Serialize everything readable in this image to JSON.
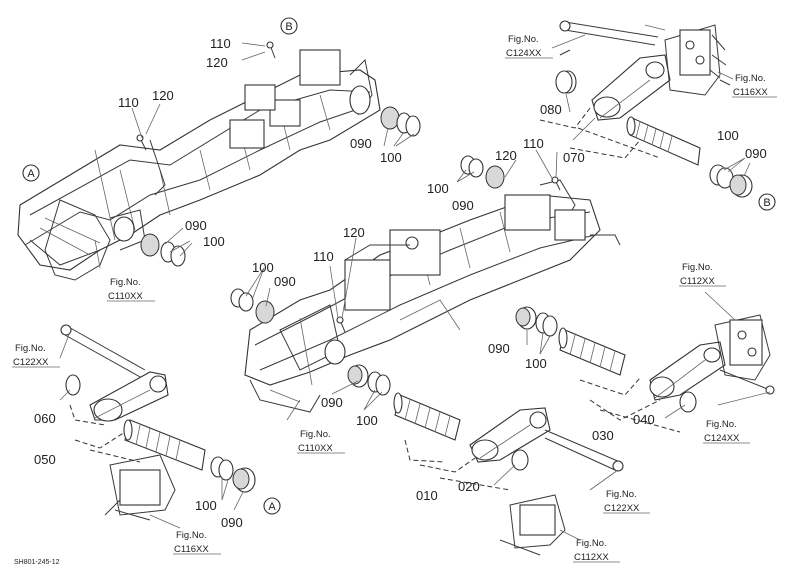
{
  "labels": {
    "c010": "010",
    "c020": "020",
    "c030": "030",
    "c040": "040",
    "c050": "050",
    "c060": "060",
    "c070": "070",
    "c080": "080",
    "c090": "090",
    "c100": "100",
    "c110": "110",
    "c120": "120"
  },
  "refs": {
    "a": "A",
    "b": "B"
  },
  "fig_refs": {
    "fig_label": "Fig.No.",
    "c110": "C110XX",
    "c112": "C112XX",
    "c116": "C116XX",
    "c122": "C122XX",
    "c124": "C124XX"
  },
  "drawing_code": "SH801-245-12"
}
